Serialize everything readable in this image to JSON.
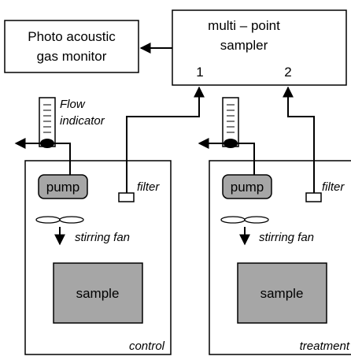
{
  "monitor": {
    "line1": "Photo acoustic",
    "line2": "gas monitor"
  },
  "sampler": {
    "line1": "multi – point",
    "line2": "sampler",
    "port1": "1",
    "port2": "2"
  },
  "flow_indicator": {
    "line1": "Flow",
    "line2": "indicator"
  },
  "chambers": [
    {
      "pump": "pump",
      "filter": "filter",
      "fan": "stirring fan",
      "sample": "sample",
      "label": "control"
    },
    {
      "pump": "pump",
      "filter": "filter",
      "fan": "stirring fan",
      "sample": "sample",
      "label": "treatment"
    }
  ],
  "colors": {
    "line": "#000000",
    "pump_fill": "#a6a6a6",
    "sample_fill": "#a6a6a6",
    "background": "#ffffff"
  }
}
